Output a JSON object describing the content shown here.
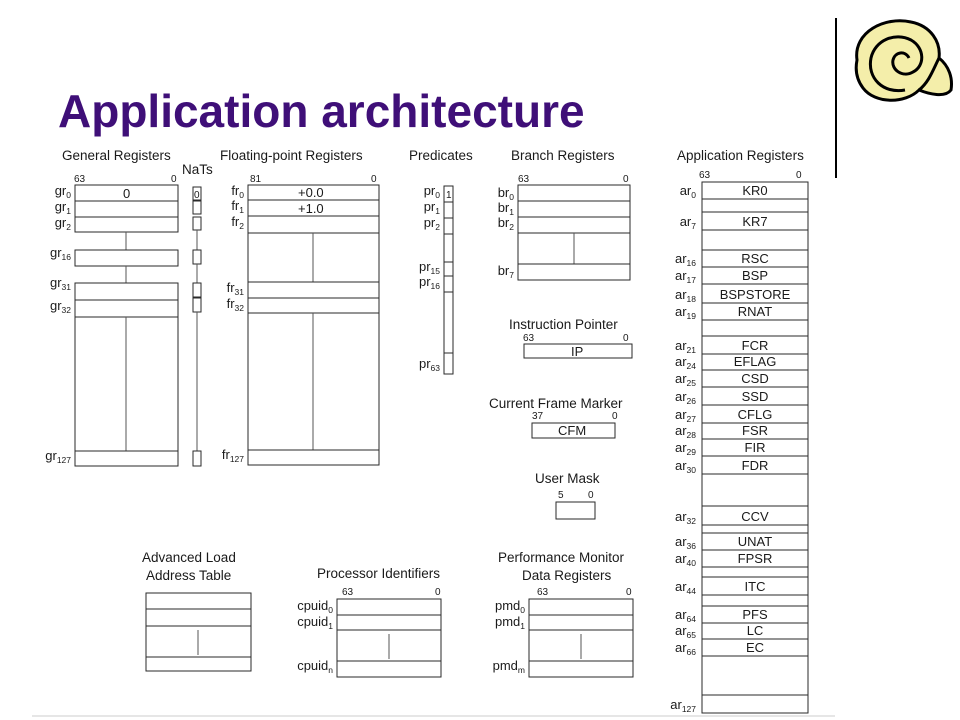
{
  "title": "Application architecture",
  "sections": {
    "general_registers": "General Registers",
    "nats": "NaTs",
    "fp_registers": "Floating-point Registers",
    "predicates": "Predicates",
    "branch_registers": "Branch Registers",
    "application_registers": "Application Registers",
    "instruction_pointer": "Instruction Pointer",
    "current_frame_marker": "Current Frame Marker",
    "user_mask": "User Mask",
    "alat_line1": "Advanced Load",
    "alat_line2": "Address Table",
    "processor_identifiers": "Processor Identifiers",
    "perf_monitor_line1": "Performance Monitor",
    "perf_monitor_line2": "Data Registers"
  },
  "bits": {
    "b63": "63",
    "b0": "0",
    "b81": "81",
    "b37": "37",
    "b5": "5"
  },
  "values": {
    "gr0": "0",
    "nat0": "0",
    "fr0": "+0.0",
    "fr1": "+1.0",
    "pr0": "1",
    "ip": "IP",
    "cfm": "CFM"
  },
  "gr_labels": [
    {
      "p": "gr",
      "s": "0"
    },
    {
      "p": "gr",
      "s": "1"
    },
    {
      "p": "gr",
      "s": "2"
    },
    {
      "p": "gr",
      "s": "16"
    },
    {
      "p": "gr",
      "s": "31"
    },
    {
      "p": "gr",
      "s": "32"
    },
    {
      "p": "gr",
      "s": "127"
    }
  ],
  "fr_labels": [
    {
      "p": "fr",
      "s": "0"
    },
    {
      "p": "fr",
      "s": "1"
    },
    {
      "p": "fr",
      "s": "2"
    },
    {
      "p": "fr",
      "s": "31"
    },
    {
      "p": "fr",
      "s": "32"
    },
    {
      "p": "fr",
      "s": "127"
    }
  ],
  "pr_labels": [
    {
      "p": "pr",
      "s": "0"
    },
    {
      "p": "pr",
      "s": "1"
    },
    {
      "p": "pr",
      "s": "2"
    },
    {
      "p": "pr",
      "s": "15"
    },
    {
      "p": "pr",
      "s": "16"
    },
    {
      "p": "pr",
      "s": "63"
    }
  ],
  "br_labels": [
    {
      "p": "br",
      "s": "0"
    },
    {
      "p": "br",
      "s": "1"
    },
    {
      "p": "br",
      "s": "2"
    },
    {
      "p": "br",
      "s": "7"
    }
  ],
  "cpuid_labels": [
    {
      "p": "cpuid",
      "s": "0"
    },
    {
      "p": "cpuid",
      "s": "1"
    },
    {
      "p": "cpuid",
      "s": "n"
    }
  ],
  "pmd_labels": [
    {
      "p": "pmd",
      "s": "0"
    },
    {
      "p": "pmd",
      "s": "1"
    },
    {
      "p": "pmd",
      "s": "m"
    }
  ],
  "application_registers": [
    {
      "p": "ar",
      "s": "0",
      "name": "KR0"
    },
    {
      "p": "ar",
      "s": "7",
      "name": "KR7"
    },
    {
      "p": "ar",
      "s": "16",
      "name": "RSC"
    },
    {
      "p": "ar",
      "s": "17",
      "name": "BSP"
    },
    {
      "p": "ar",
      "s": "18",
      "name": "BSPSTORE"
    },
    {
      "p": "ar",
      "s": "19",
      "name": "RNAT"
    },
    {
      "p": "ar",
      "s": "21",
      "name": "FCR"
    },
    {
      "p": "ar",
      "s": "24",
      "name": "EFLAG"
    },
    {
      "p": "ar",
      "s": "25",
      "name": "CSD"
    },
    {
      "p": "ar",
      "s": "26",
      "name": "SSD"
    },
    {
      "p": "ar",
      "s": "27",
      "name": "CFLG"
    },
    {
      "p": "ar",
      "s": "28",
      "name": "FSR"
    },
    {
      "p": "ar",
      "s": "29",
      "name": "FIR"
    },
    {
      "p": "ar",
      "s": "30",
      "name": "FDR"
    },
    {
      "p": "ar",
      "s": "32",
      "name": "CCV"
    },
    {
      "p": "ar",
      "s": "36",
      "name": "UNAT"
    },
    {
      "p": "ar",
      "s": "40",
      "name": "FPSR"
    },
    {
      "p": "ar",
      "s": "44",
      "name": "ITC"
    },
    {
      "p": "ar",
      "s": "64",
      "name": "PFS"
    },
    {
      "p": "ar",
      "s": "65",
      "name": "LC"
    },
    {
      "p": "ar",
      "s": "66",
      "name": "EC"
    },
    {
      "p": "ar",
      "s": "127",
      "name": ""
    }
  ]
}
